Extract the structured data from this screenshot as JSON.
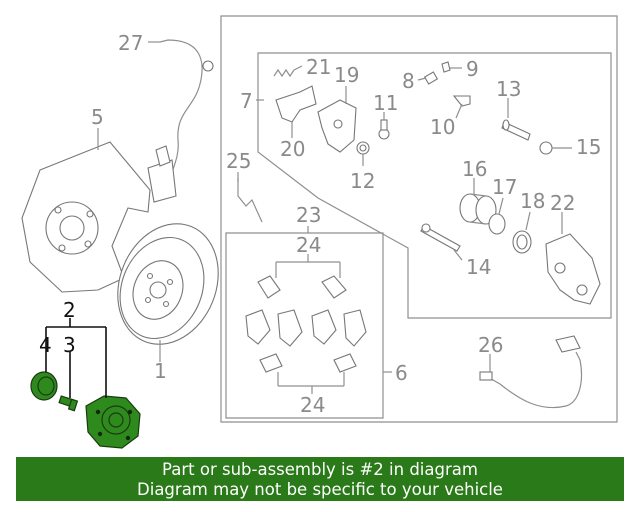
{
  "callouts": {
    "c1": "1",
    "c2": "2",
    "c3": "3",
    "c4": "4",
    "c5": "5",
    "c6": "6",
    "c7": "7",
    "c8": "8",
    "c9": "9",
    "c10": "10",
    "c11": "11",
    "c12": "12",
    "c13": "13",
    "c14": "14",
    "c15": "15",
    "c16": "16",
    "c17": "17",
    "c18": "18",
    "c19": "19",
    "c20": "20",
    "c21": "21",
    "c22": "22",
    "c23": "23",
    "c24a": "24",
    "c24b": "24",
    "c25": "25",
    "c26": "26",
    "c27": "27"
  },
  "highlight_color": "#2a7a19",
  "banner": {
    "line1": "Part or sub-assembly is #2 in diagram",
    "line2": "Diagram may not be specific to your vehicle"
  }
}
